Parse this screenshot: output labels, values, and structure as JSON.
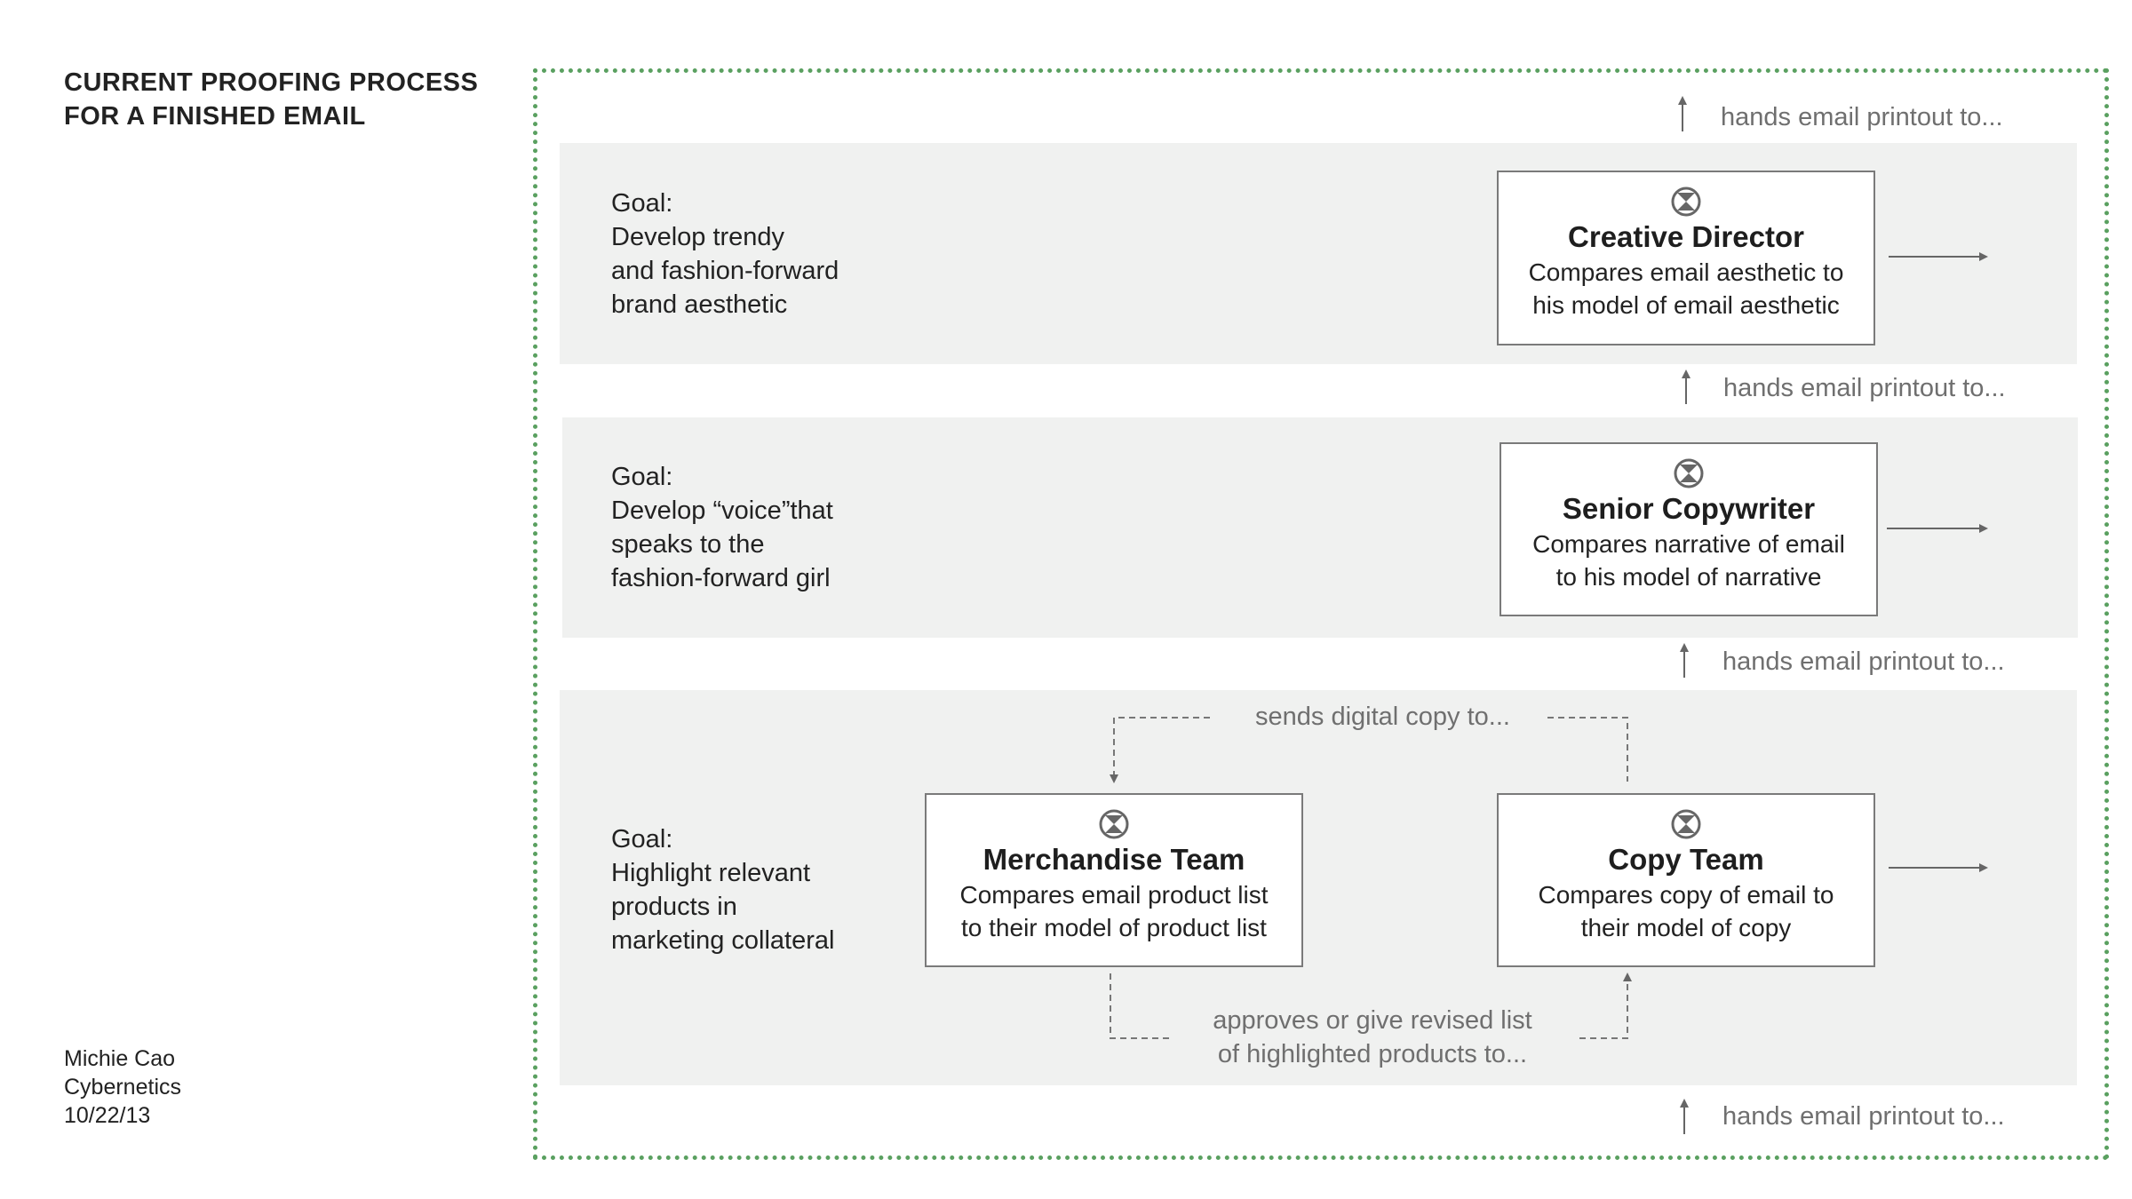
{
  "title": {
    "line1": "CURRENT PROOFING PROCESS",
    "line2": "FOR A FINISHED EMAIL"
  },
  "author": {
    "name": "Michie Cao",
    "course": "Cybernetics",
    "date": "10/22/13"
  },
  "handoff_label": "hands email printout to...",
  "rows": [
    {
      "goal": [
        "Goal:",
        "Develop trendy",
        "and fashion-forward",
        "brand aesthetic"
      ],
      "roles": [
        {
          "name": "Creative Director",
          "desc": [
            "Compares email aesthetic to",
            "his model of email aesthetic"
          ]
        }
      ]
    },
    {
      "goal": [
        "Goal:",
        "Develop “voice”that",
        "speaks to the",
        "fashion-forward girl"
      ],
      "roles": [
        {
          "name": "Senior Copywriter",
          "desc": [
            "Compares narrative of email",
            "to his model of narrative"
          ]
        }
      ]
    },
    {
      "goal": [
        "Goal:",
        "Highlight relevant",
        "products in",
        "marketing collateral"
      ],
      "roles": [
        {
          "name": "Merchandise Team",
          "desc": [
            "Compares email product list",
            "to their model of product list"
          ]
        },
        {
          "name": "Copy Team",
          "desc": [
            "Compares copy of email to",
            "their model of copy"
          ]
        }
      ],
      "notes": {
        "sends": "sends digital copy to...",
        "approves": [
          "approves or give revised list",
          "of highlighted products to..."
        ]
      }
    }
  ],
  "colors": {
    "frame_dotted": "#5aa060",
    "band": "#f0f1f0",
    "box_border": "#7a7a7a",
    "note_text": "#6f6f6f",
    "arrow": "#666666"
  },
  "icons": {
    "person": "person-icon",
    "arrow_up": "arrow-up-icon",
    "arrow_right": "arrow-right-icon"
  }
}
